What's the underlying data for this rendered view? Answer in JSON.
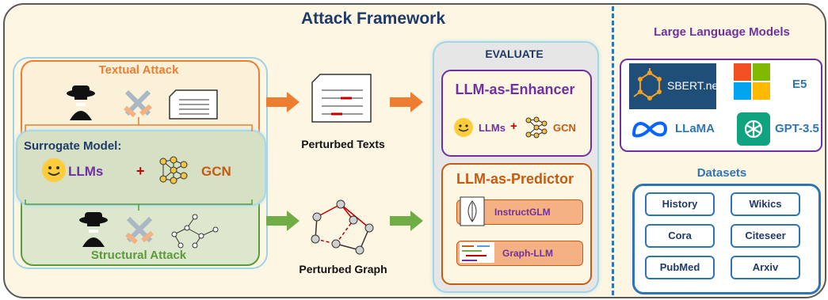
{
  "title": "Attack Framework",
  "left": {
    "textual_label": "Textual Attack",
    "structural_label": "Structural Attack",
    "surrogate_label": "Surrogate Model:",
    "llms": "LLMs",
    "plus": "+",
    "gcn": "GCN"
  },
  "middle": {
    "perturbed_texts": "Perturbed Texts",
    "perturbed_graph": "Perturbed Graph"
  },
  "evaluate": {
    "label": "EVALUATE",
    "enhancer": {
      "label": "LLM-as-Enhancer",
      "llms": "LLMs",
      "plus": "+",
      "gcn": "GCN"
    },
    "predictor": {
      "label": "LLM-as-Predictor",
      "items": [
        "InstructGLM",
        "Graph-LLM"
      ]
    }
  },
  "llms": {
    "label": "Large Language Models",
    "models": {
      "sbert": "SBERT.net",
      "e5": "E5",
      "llama": "LLaMA",
      "gpt": "GPT-3.5"
    }
  },
  "datasets": {
    "label": "Datasets",
    "items": [
      "History",
      "Wikics",
      "Cora",
      "Citeseer",
      "PubMed",
      "Arxiv"
    ]
  },
  "colors": {
    "textual": "#ed7d31",
    "structural": "#5b9a3a",
    "purple": "#7030a0",
    "blue": "#2e75b6",
    "navy": "#1f3a68"
  }
}
